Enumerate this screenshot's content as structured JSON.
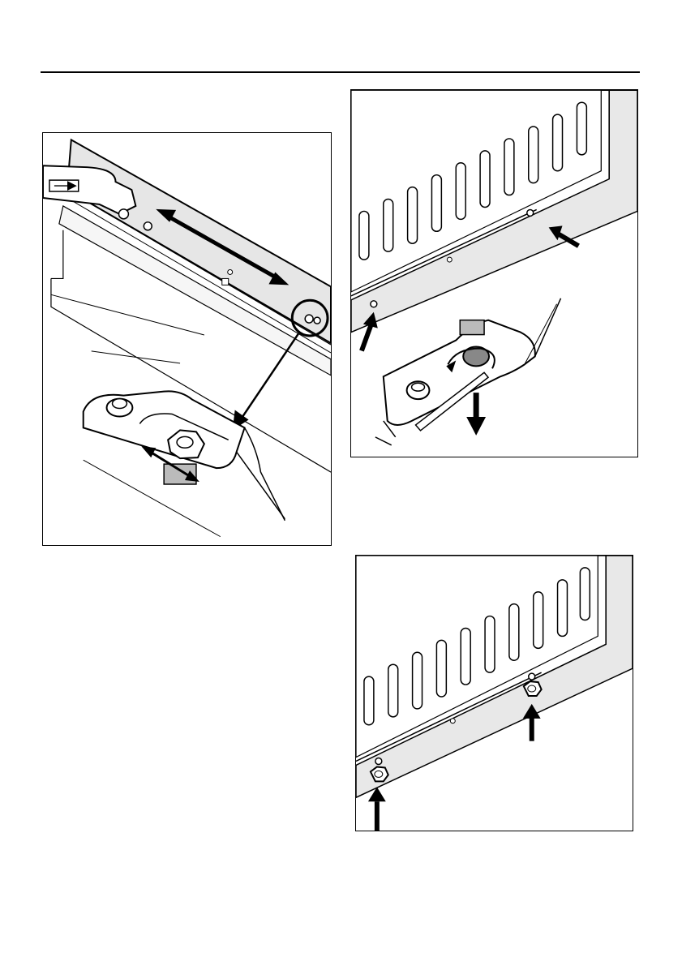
{
  "page": {
    "figures": [
      {
        "id": "fig1",
        "icon": "hinge-adjustment-illustration"
      },
      {
        "id": "fig2",
        "icon": "door-lower-fixing-illustration"
      },
      {
        "id": "fig3",
        "icon": "door-cover-caps-illustration"
      }
    ],
    "colors": {
      "ink": "#000000",
      "panel": "#e8e8e8",
      "paper": "#ffffff"
    }
  }
}
